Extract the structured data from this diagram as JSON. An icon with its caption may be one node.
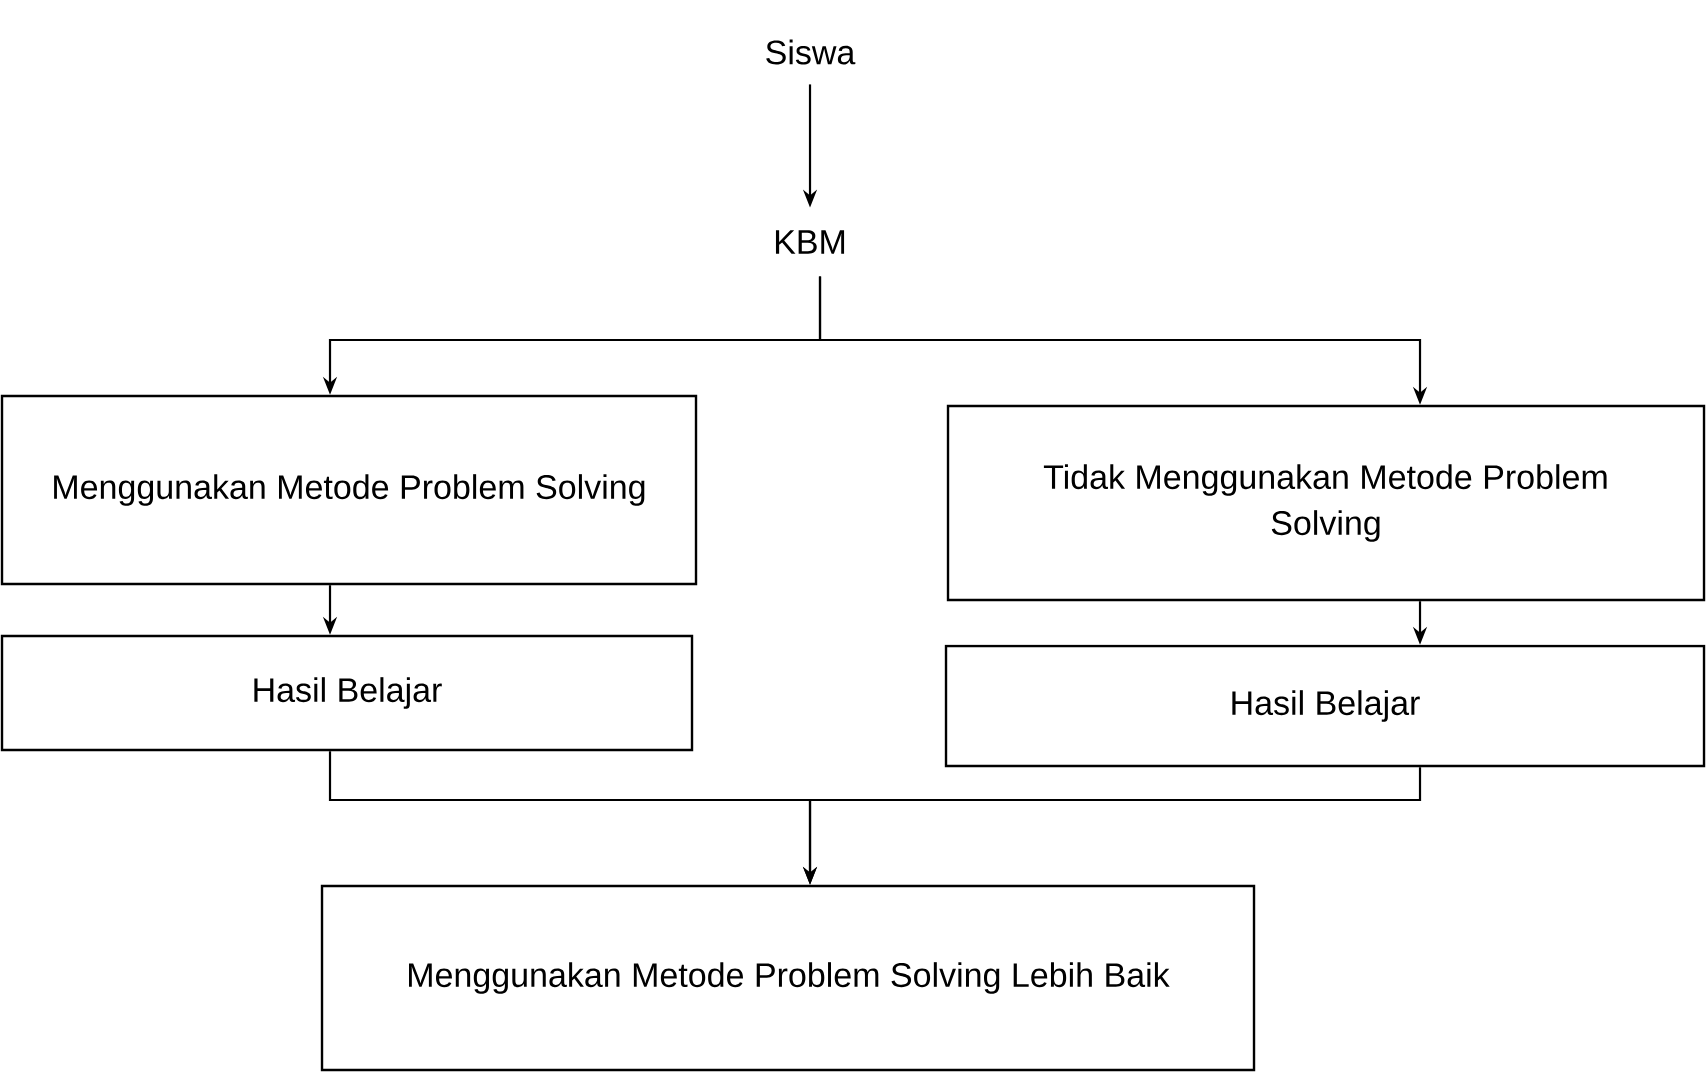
{
  "diagram": {
    "nodes": [
      {
        "text": [
          "Siswa"
        ]
      },
      {
        "text": [
          "KBM"
        ]
      },
      {
        "text": [
          "Menggunakan Metode Problem Solving"
        ]
      },
      {
        "text": [
          "Tidak Menggunakan Metode Problem Solving"
        ]
      },
      {
        "text": [
          "Hasil Belajar"
        ]
      },
      {
        "text": [
          "Hasil Belajar"
        ]
      },
      {
        "text": [
          "Menggunakan Metode Problem Solving Lebih Baik"
        ]
      }
    ],
    "edges": [
      {
        "from": 0,
        "to": 1,
        "arrow": "to"
      },
      {
        "from": 1,
        "to": 2,
        "arrow": "to"
      },
      {
        "from": 1,
        "to": 3,
        "arrow": "to"
      },
      {
        "from": 2,
        "to": 4,
        "arrow": "to"
      },
      {
        "from": 3,
        "to": 5,
        "arrow": "to"
      },
      {
        "from": 4,
        "to": 6,
        "arrow": "to"
      },
      {
        "from": 5,
        "to": 6,
        "arrow": "to"
      }
    ]
  }
}
